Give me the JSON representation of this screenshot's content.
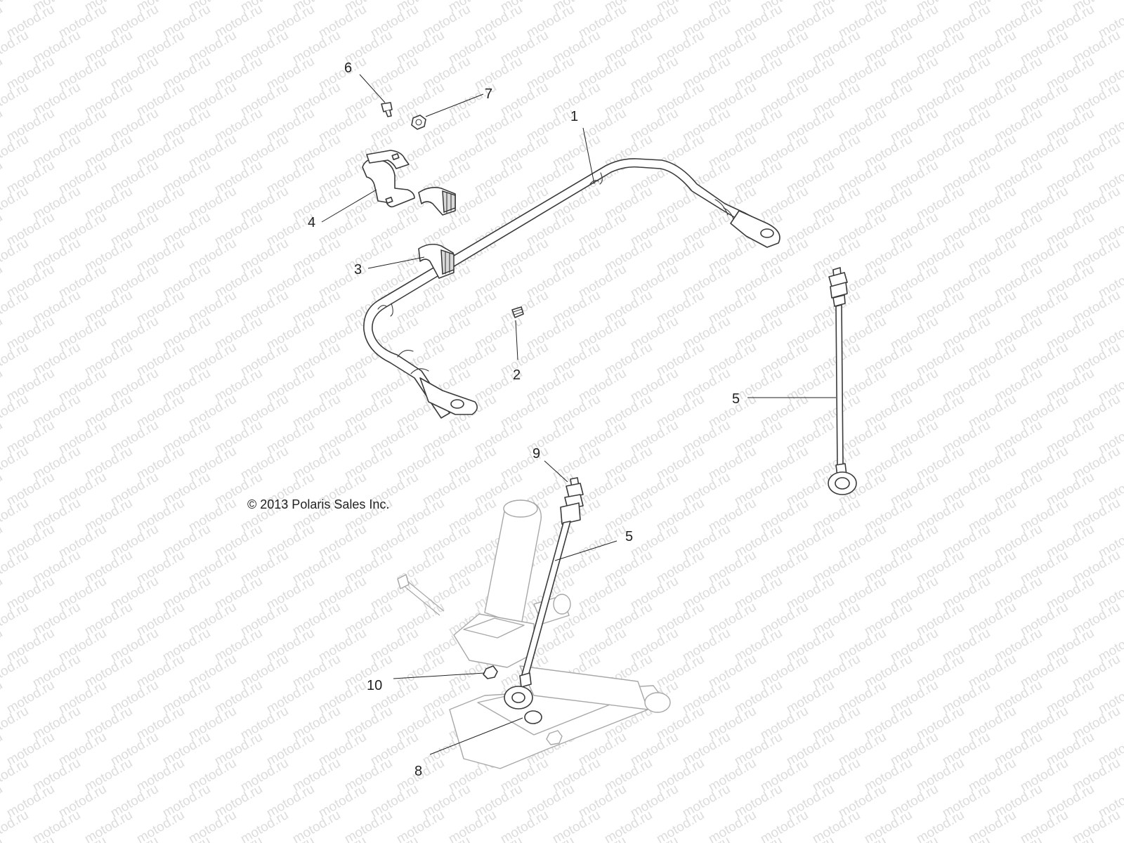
{
  "watermark": {
    "text": "motod.ru"
  },
  "copyright": "© 2013 Polaris Sales Inc.",
  "callouts": [
    {
      "id": "1",
      "label": "1"
    },
    {
      "id": "2",
      "label": "2"
    },
    {
      "id": "3",
      "label": "3"
    },
    {
      "id": "4",
      "label": "4"
    },
    {
      "id": "5a",
      "label": "5"
    },
    {
      "id": "5b",
      "label": "5"
    },
    {
      "id": "6",
      "label": "6"
    },
    {
      "id": "7",
      "label": "7"
    },
    {
      "id": "8",
      "label": "8"
    },
    {
      "id": "9",
      "label": "9"
    },
    {
      "id": "10",
      "label": "10"
    }
  ],
  "colors": {
    "line": "#3a3a3a",
    "ghost": "#a8a8a8",
    "watermark": "#dcdcdc",
    "background": "#ffffff"
  }
}
